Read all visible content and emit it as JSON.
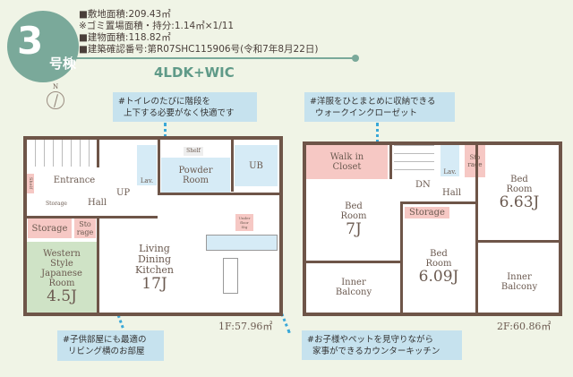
{
  "header": {
    "building_number": "3",
    "building_suffix": "号棟",
    "site_area": "■敷地面積:209.43㎡",
    "garbage_area": "※ゴミ置場面積・持分:1.14㎡×1/11",
    "building_area": "■建物面積:118.82㎡",
    "permit": "■建築確認番号:第R07SHC115906号(令和7年8月22日)",
    "layout": "4LDK+WIC"
  },
  "compass": {
    "label": "N"
  },
  "callouts": {
    "toilet": "#トイレのたびに階段を\n  上下する必要がなく快適です",
    "japanese_room": "#子供部屋にも最適の\n  リビング横のお部屋",
    "wic": "#洋服をひとまとめに収納できる\n  ウォークインクローゼット",
    "kitchen": "#お子様やペットを見守りながら\n  家事ができるカウンターキッチン"
  },
  "floor1": {
    "area": "1F:57.96㎡",
    "rooms": {
      "entrance": "Entrance",
      "shelf": "Shelf",
      "storage_small": "Storage",
      "hall": "Hall",
      "up": "UP",
      "lav": "Lav.",
      "shelf2": "Shelf",
      "powder": "Powder\nRoom",
      "ub": "UB",
      "storage": "Storage",
      "storage2": "Sto\nrage",
      "japanese": "Western\nStyle\nJapanese\nRoom",
      "japanese_size": "4.5J",
      "ldk": "Living\nDining\nKitchen",
      "ldk_size": "17J",
      "under_floor": "Under\nfloor\nStg"
    }
  },
  "floor2": {
    "area": "2F:60.86㎡",
    "rooms": {
      "wic": "Walk in\nCloset",
      "dn": "DN",
      "hall": "Hall",
      "lav": "Lav.",
      "storage_v": "Sto\nrage",
      "bed1": "Bed\nRoom",
      "bed1_size": "7J",
      "storage": "Storage",
      "bed2": "Bed\nRoom",
      "bed2_size": "6.09J",
      "bed3": "Bed\nRoom",
      "bed3_size": "6.63J",
      "balcony1": "Inner\nBalcony",
      "balcony2": "Inner\nBalcony"
    }
  }
}
